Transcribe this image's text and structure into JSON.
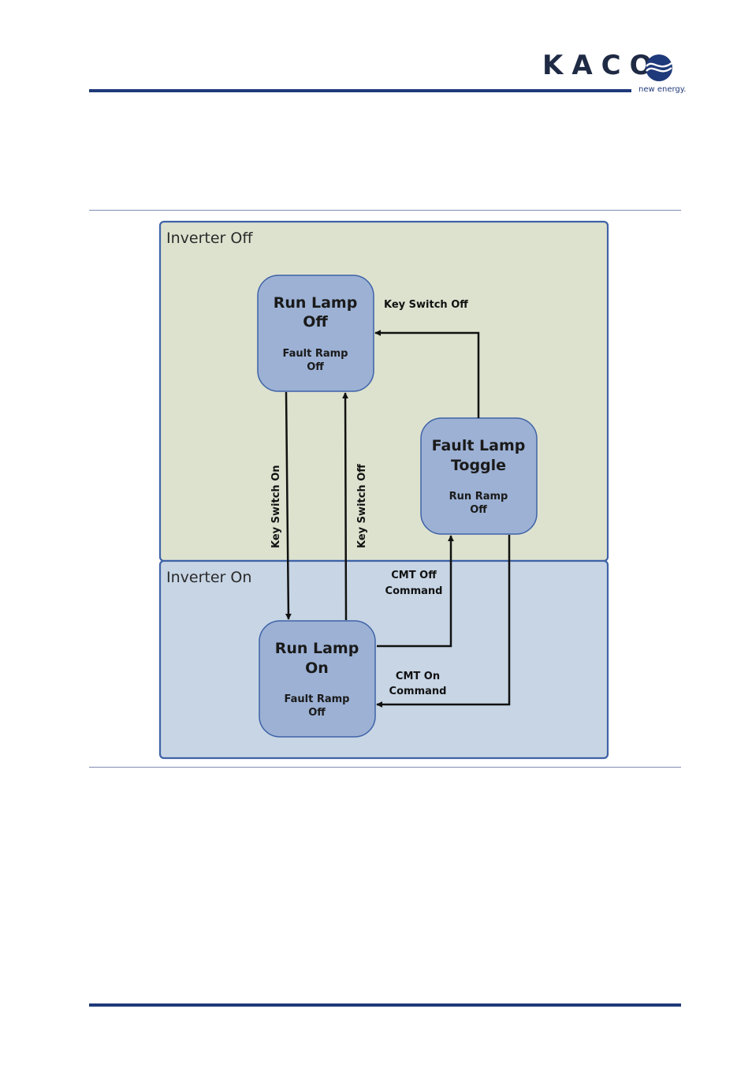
{
  "header": {
    "brand": "KACO",
    "tagline": "new energy.",
    "colors": {
      "rule": "#1f3a7a",
      "brand_dark": "#1f2a44"
    }
  },
  "diagram": {
    "colors": {
      "off_region_fill": "#dde2cf",
      "on_region_fill": "#c7d5e5",
      "region_stroke": "#3f63a7",
      "state_fill": "#9cb1d4",
      "state_stroke": "#3f63a7",
      "arrow": "#111111"
    },
    "regions": {
      "off": {
        "label": "Inverter Off"
      },
      "on": {
        "label": "Inverter On"
      }
    },
    "states": {
      "run_lamp_off": {
        "title_line1": "Run Lamp",
        "title_line2": "Off",
        "sub_line1": "Fault Ramp",
        "sub_line2": "Off"
      },
      "fault_lamp_toggle": {
        "title_line1": "Fault Lamp",
        "title_line2": "Toggle",
        "sub_line1": "Run Ramp",
        "sub_line2": "Off"
      },
      "run_lamp_on": {
        "title_line1": "Run Lamp",
        "title_line2": "On",
        "sub_line1": "Fault Ramp",
        "sub_line2": "Off"
      }
    },
    "transitions": {
      "key_switch_on": {
        "label": "Key Switch On"
      },
      "key_switch_off_up": {
        "label": "Key Switch Off"
      },
      "key_switch_off_fault": {
        "label": "Key Switch Off"
      },
      "cmt_off": {
        "label_line1": "CMT Off",
        "label_line2": "Command"
      },
      "cmt_on": {
        "label_line1": "CMT On",
        "label_line2": "Command"
      }
    }
  }
}
